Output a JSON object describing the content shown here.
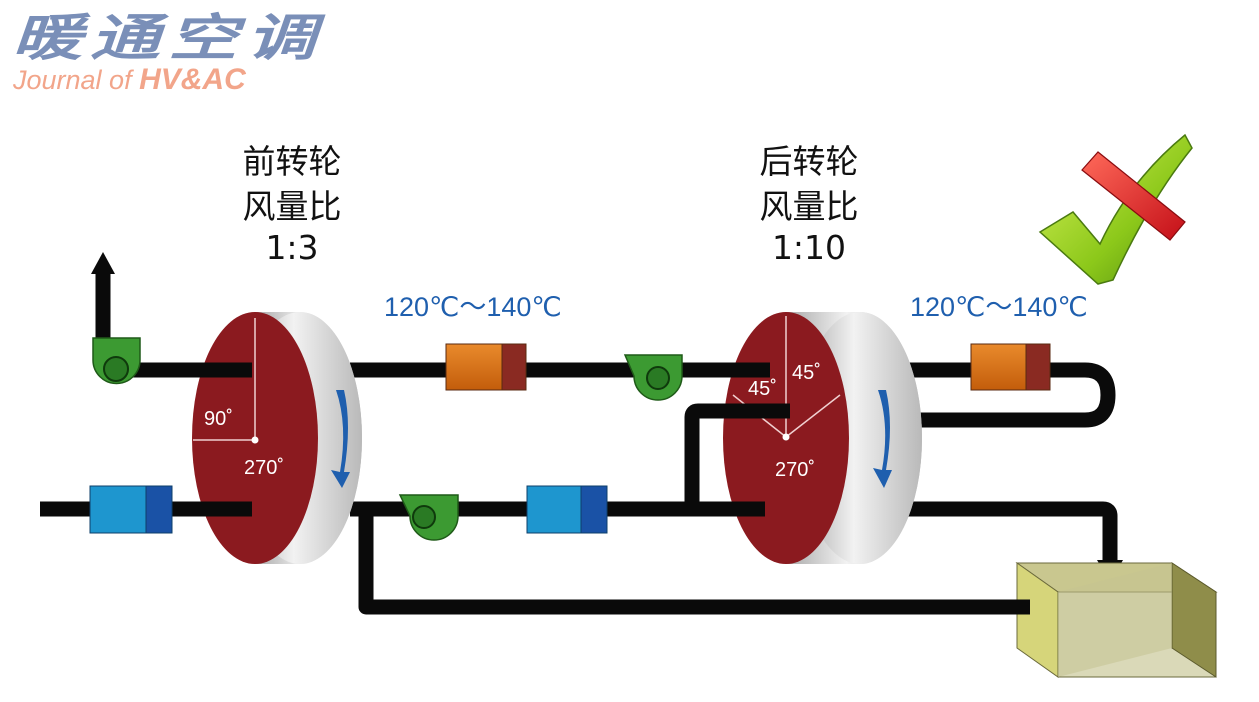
{
  "logo": {
    "title_cn": "暖通空调",
    "subtitle_prefix": "Journal of ",
    "subtitle_brand": "HV&AC"
  },
  "front_wheel": {
    "title_line1": "前转轮",
    "title_line2": "风量比",
    "ratio": "1:3",
    "angle_small": "90˚",
    "angle_large": "270˚"
  },
  "rear_wheel": {
    "title_line1": "后转轮",
    "title_line2": "风量比",
    "ratio": "1:10",
    "angle_left": "45˚",
    "angle_right": "45˚",
    "angle_large": "270˚"
  },
  "temperature_range_1": "120℃～140℃",
  "temperature_range_2": "120℃～140℃",
  "colors": {
    "logo_blue": "#7a8fb8",
    "logo_orange": "#f2a58a",
    "temperature_text": "#1f5fae",
    "wheel_face": "#8b1a1f",
    "wheel_rim": "#d9d9d9",
    "rotation_arrow": "#1f5fae",
    "duct": "#0a0a0a",
    "heater_orange": "#d4690f",
    "heater_red": "#8a2a22",
    "cooler_blue": "#1e96cf",
    "cooler_dark_blue": "#1a52a6",
    "fan_green": "#3c9a32",
    "box": "#c8c48a",
    "check_green": "#8fcc1a",
    "cross_red": "#e0242a"
  }
}
